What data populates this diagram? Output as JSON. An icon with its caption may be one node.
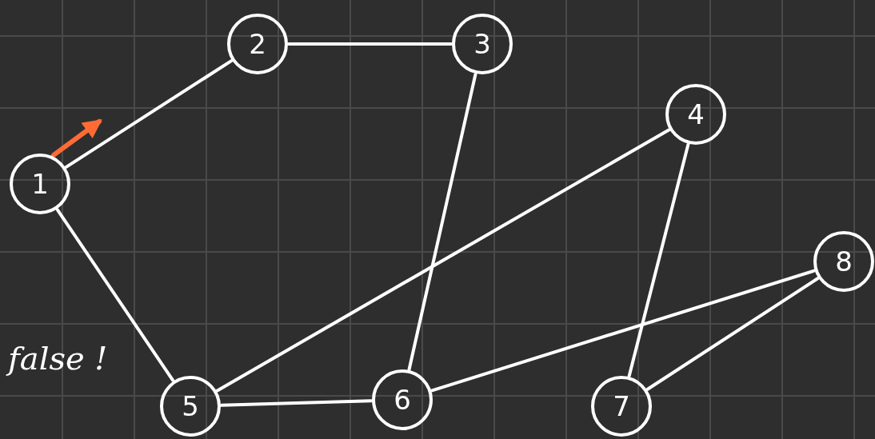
{
  "diagram": {
    "nodes": [
      {
        "text": [
          "1"
        ]
      },
      {
        "text": [
          "2"
        ]
      },
      {
        "text": [
          "3"
        ]
      },
      {
        "text": [
          "4"
        ]
      },
      {
        "text": [
          "5"
        ]
      },
      {
        "text": [
          "6"
        ]
      },
      {
        "text": [
          "7"
        ]
      },
      {
        "text": [
          "8"
        ]
      }
    ],
    "edges": [
      {
        "from": 0,
        "to": 1,
        "arrow": "none"
      },
      {
        "from": 1,
        "to": 2,
        "arrow": "none"
      },
      {
        "from": 2,
        "to": 5,
        "arrow": "none"
      },
      {
        "from": 0,
        "to": 4,
        "arrow": "none"
      },
      {
        "from": 4,
        "to": 3,
        "arrow": "none"
      },
      {
        "from": 3,
        "to": 6,
        "arrow": "none"
      },
      {
        "from": 4,
        "to": 5,
        "arrow": "none"
      },
      {
        "from": 5,
        "to": 7,
        "arrow": "none"
      },
      {
        "from": 7,
        "to": 6,
        "arrow": "none"
      },
      {
        "from": 0,
        "to": null,
        "arrow": "to",
        "color": "#ff6b35"
      }
    ],
    "labels": [
      "false !"
    ]
  }
}
